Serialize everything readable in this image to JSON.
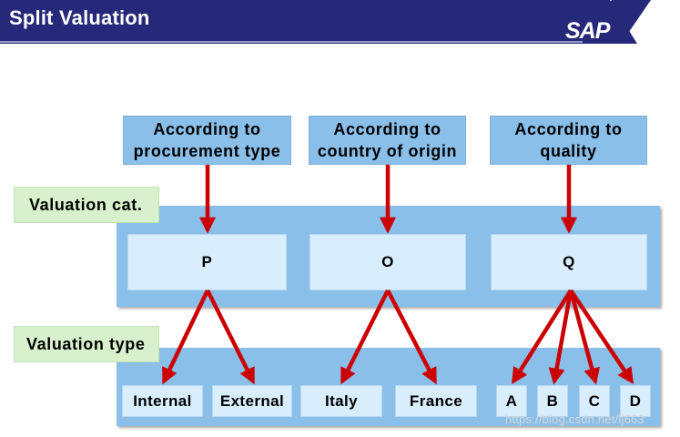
{
  "header": {
    "title": "Split Valuation",
    "logo": "SAP"
  },
  "criteria": [
    {
      "label": "According to\nprocurement type"
    },
    {
      "label": "According to\ncountry of origin"
    },
    {
      "label": "According to\nquality"
    }
  ],
  "valuation_cat": {
    "label": "Valuation cat.",
    "values": [
      "P",
      "O",
      "Q"
    ]
  },
  "valuation_type": {
    "label": "Valuation type",
    "values": [
      "Internal",
      "External",
      "Italy",
      "France",
      "A",
      "B",
      "C",
      "D"
    ]
  },
  "colors": {
    "header_bg": "#26287a",
    "criteria_bg": "#89bfe9",
    "label_bg": "#d8f1cc",
    "cell_bg": "#d9eefc",
    "arrow": "#cc0000"
  },
  "watermark": "https://blog.csdn.net/lj663"
}
